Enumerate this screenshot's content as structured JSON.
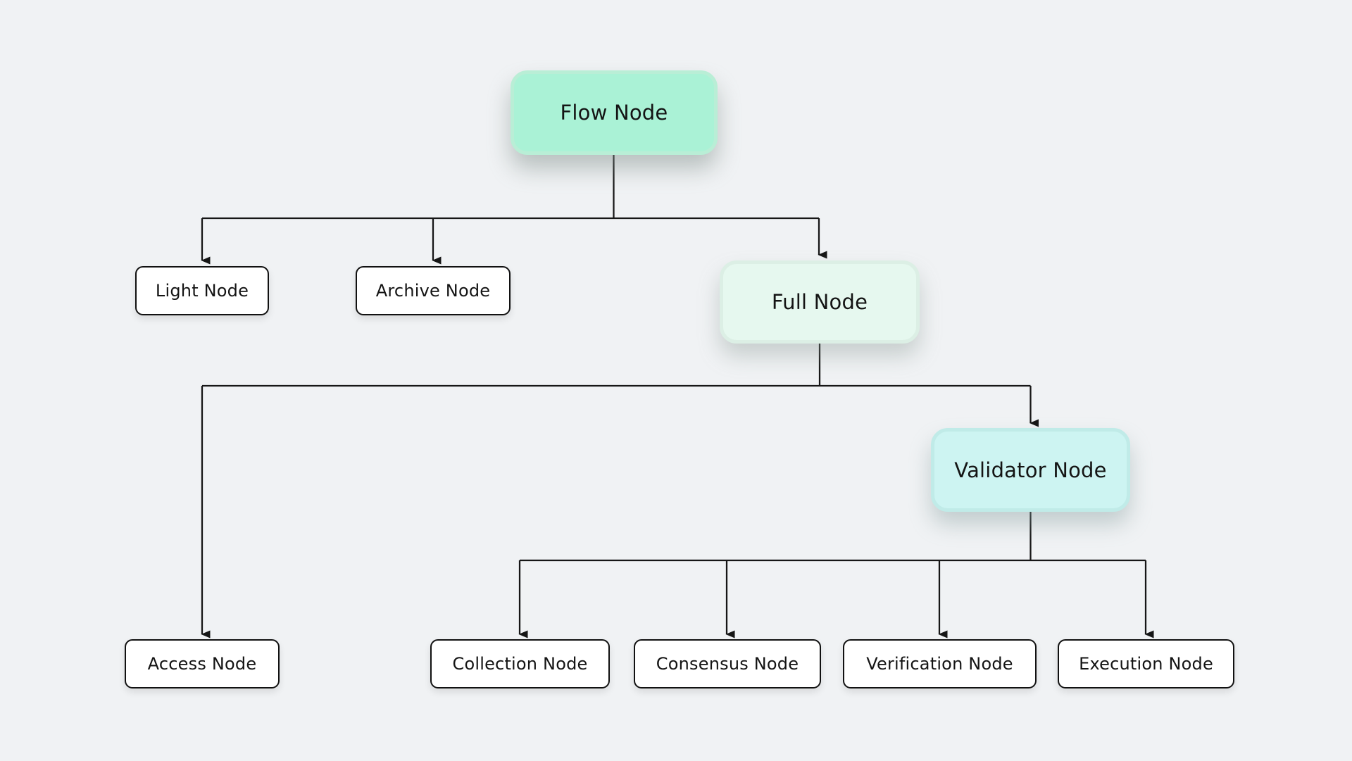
{
  "diagram": {
    "type": "tree",
    "nodes": {
      "flow": {
        "label": "Flow Node",
        "style": "mint"
      },
      "light": {
        "label": "Light Node",
        "style": "plain"
      },
      "archive": {
        "label": "Archive Node",
        "style": "plain"
      },
      "full": {
        "label": "Full Node",
        "style": "pale-mint"
      },
      "access": {
        "label": "Access Node",
        "style": "plain"
      },
      "validator": {
        "label": "Validator Node",
        "style": "cyan"
      },
      "collection": {
        "label": "Collection Node",
        "style": "plain"
      },
      "consensus": {
        "label": "Consensus Node",
        "style": "plain"
      },
      "verification": {
        "label": "Verification Node",
        "style": "plain"
      },
      "execution": {
        "label": "Execution Node",
        "style": "plain"
      }
    },
    "edges": [
      {
        "from": "flow",
        "to": "light"
      },
      {
        "from": "flow",
        "to": "archive"
      },
      {
        "from": "flow",
        "to": "full"
      },
      {
        "from": "full",
        "to": "access"
      },
      {
        "from": "full",
        "to": "validator"
      },
      {
        "from": "validator",
        "to": "collection"
      },
      {
        "from": "validator",
        "to": "consensus"
      },
      {
        "from": "validator",
        "to": "verification"
      },
      {
        "from": "validator",
        "to": "execution"
      }
    ]
  },
  "colors": {
    "background": "#f0f2f4",
    "line": "#161616",
    "text": "#141414",
    "node_border": "#111111",
    "plain_fill": "#ffffff",
    "flow_fill": "#aaf2d6",
    "flow_rim": "#b9eed6",
    "full_fill": "#e6f8ef",
    "full_rim": "#dcefe5",
    "validator_fill": "#cdf4f2",
    "validator_rim": "#c0ebe8"
  }
}
